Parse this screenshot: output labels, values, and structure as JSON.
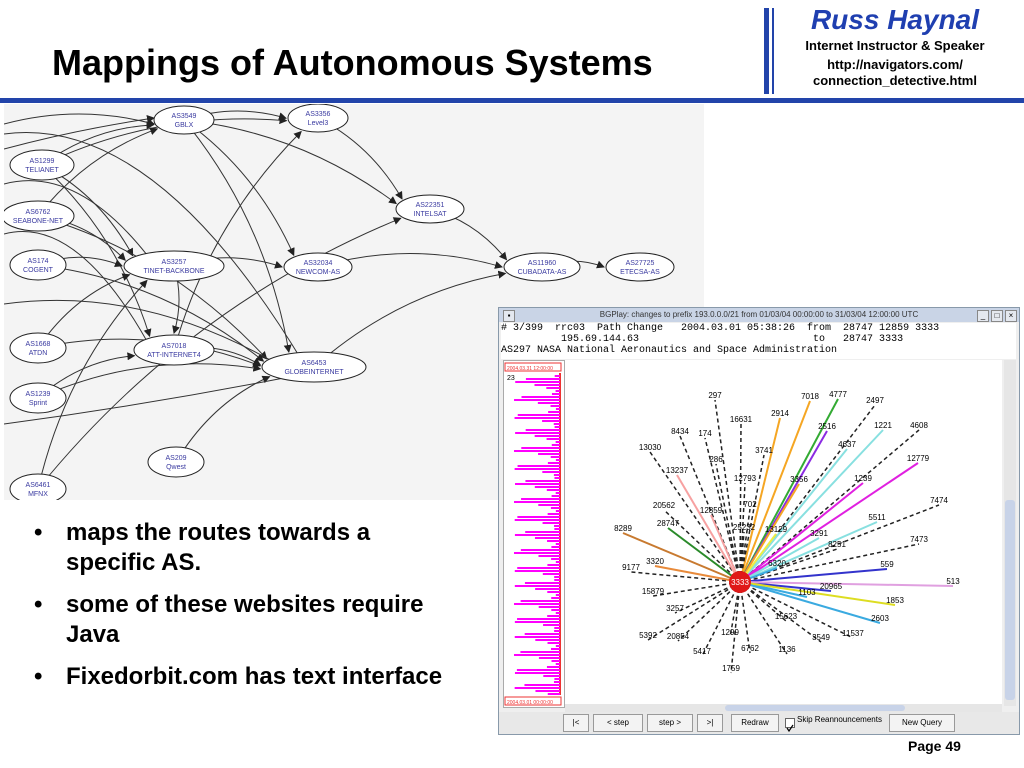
{
  "header": {
    "title": "Mappings of Autonomous Systems",
    "author": "Russ Haynal",
    "role": "Internet Instructor & Speaker",
    "url_line1": "http://navigators.com/",
    "url_line2": "connection_detective.html"
  },
  "colors": {
    "accent": "#1f3fb0",
    "rule": "#2244aa",
    "magenta": "#ff00ff"
  },
  "graph": {
    "nodes": [
      {
        "id": "as3549",
        "l1": "AS3549",
        "l2": "GBLX"
      },
      {
        "id": "as3356",
        "l1": "AS3356",
        "l2": "Level3"
      },
      {
        "id": "as1299",
        "l1": "AS1299",
        "l2": "TELIANET"
      },
      {
        "id": "as6762",
        "l1": "AS6762",
        "l2": "SEABONE-NET"
      },
      {
        "id": "as22351",
        "l1": "AS22351",
        "l2": "INTELSAT"
      },
      {
        "id": "as174",
        "l1": "AS174",
        "l2": "COGENT"
      },
      {
        "id": "as3257",
        "l1": "AS3257",
        "l2": "TINET-BACKBONE"
      },
      {
        "id": "as32034",
        "l1": "AS32034",
        "l2": "NEWCOM-AS"
      },
      {
        "id": "as11960",
        "l1": "AS11960",
        "l2": "CUBADATA-AS"
      },
      {
        "id": "as27725",
        "l1": "AS27725",
        "l2": "ETECSA-AS"
      },
      {
        "id": "as1668",
        "l1": "AS1668",
        "l2": "ATDN"
      },
      {
        "id": "as7018",
        "l1": "AS7018",
        "l2": "ATT-INTERNET4"
      },
      {
        "id": "as6453",
        "l1": "AS6453",
        "l2": "GLOBEINTERNET"
      },
      {
        "id": "as1239",
        "l1": "AS1239",
        "l2": "Sprint"
      },
      {
        "id": "as209",
        "l1": "AS209",
        "l2": "Qwest"
      },
      {
        "id": "as6461",
        "l1": "AS6461",
        "l2": "MFNX"
      }
    ]
  },
  "bullets": [
    "maps the routes towards a specific AS.",
    "some of these websites require Java",
    "Fixedorbit.com has text interface"
  ],
  "bgplay": {
    "window_title": "BGPlay: changes to prefix 193.0.0.0/21 from 01/03/04 00:00:00 to 31/03/04 12:00:00 UTC",
    "info_line1": "# 3/399  rrc03  Path Change   2004.03.01 05:38:26  from  28747 12859 3333",
    "info_line2": "          195.69.144.63                             to   28747 3333",
    "info_line3": "AS297 NASA National Aeronautics and Space Administration",
    "timeline_top": "2004.03.31 12:00:00",
    "timeline_bottom": "2004.03.01 00:00:00",
    "timeline_count": "23",
    "center": "3333",
    "nodes": [
      "297",
      "7018",
      "4777",
      "2497",
      "16631",
      "2914",
      "2516",
      "1221",
      "4608",
      "8434",
      "174",
      "3741",
      "4637",
      "13030",
      "286",
      "12779",
      "13237",
      "12793",
      "3356",
      "1239",
      "7474",
      "20562",
      "702",
      "12859",
      "28747",
      "25232",
      "13129",
      "5511",
      "8289",
      "3291",
      "8251",
      "7473",
      "6320",
      "9177",
      "3320",
      "559",
      "20965",
      "513",
      "15879",
      "1103",
      "1853",
      "3257",
      "15623",
      "2603",
      "5392",
      "20854",
      "1299",
      "3549",
      "11537",
      "5417",
      "6762",
      "1136",
      "1759"
    ],
    "buttons": {
      "first": "|<",
      "prev": "< step",
      "next": "step >",
      "last": ">|",
      "redraw": "Redraw",
      "skip": "Skip Reannouncements",
      "newquery": "New Query"
    }
  },
  "footer": {
    "page": "Page 49"
  }
}
